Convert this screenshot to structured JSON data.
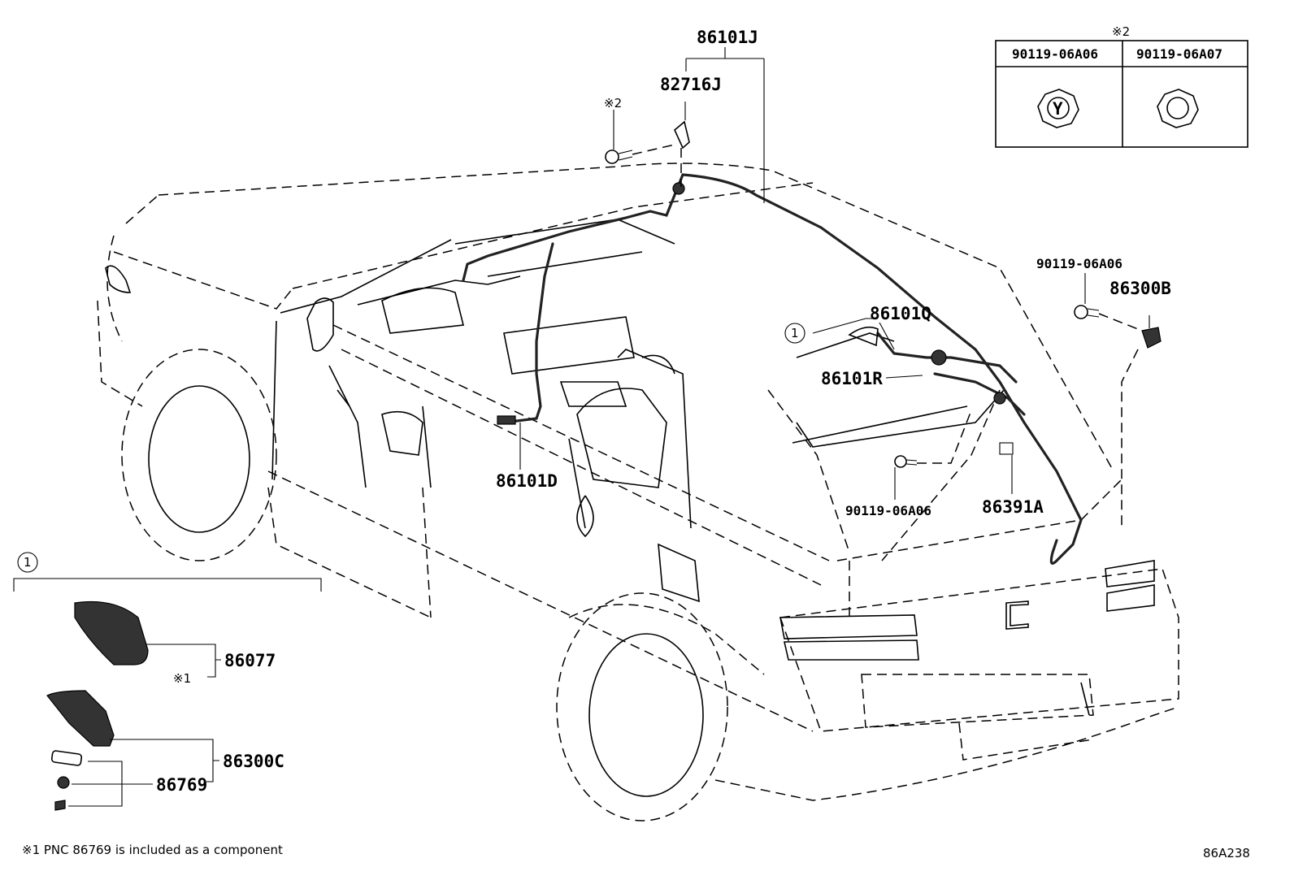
{
  "diagram": {
    "part_labels": {
      "p86101J": "86101J",
      "p82716J": "82716J",
      "p86101Q": "86101Q",
      "p86101R": "86101R",
      "p86101D": "86101D",
      "p86391A": "86391A",
      "p86300B": "86300B",
      "p86077": "86077",
      "p86300C": "86300C",
      "p86769": "86769",
      "bolt_top_right": "90119-06A06",
      "bolt_bottom": "90119-06A06"
    },
    "markers": {
      "note2_top_bolt": "※2",
      "note2_table": "※2",
      "note1_86077": "※1",
      "callout_1_car": "1",
      "callout_1_group": "1"
    },
    "bolt_table": {
      "headers": [
        "90119-06A06",
        "90119-06A07"
      ],
      "bolt_marking": "Y"
    },
    "footnote": "※1 PNC 86769 is included as a component",
    "diagram_code": "86A238"
  }
}
